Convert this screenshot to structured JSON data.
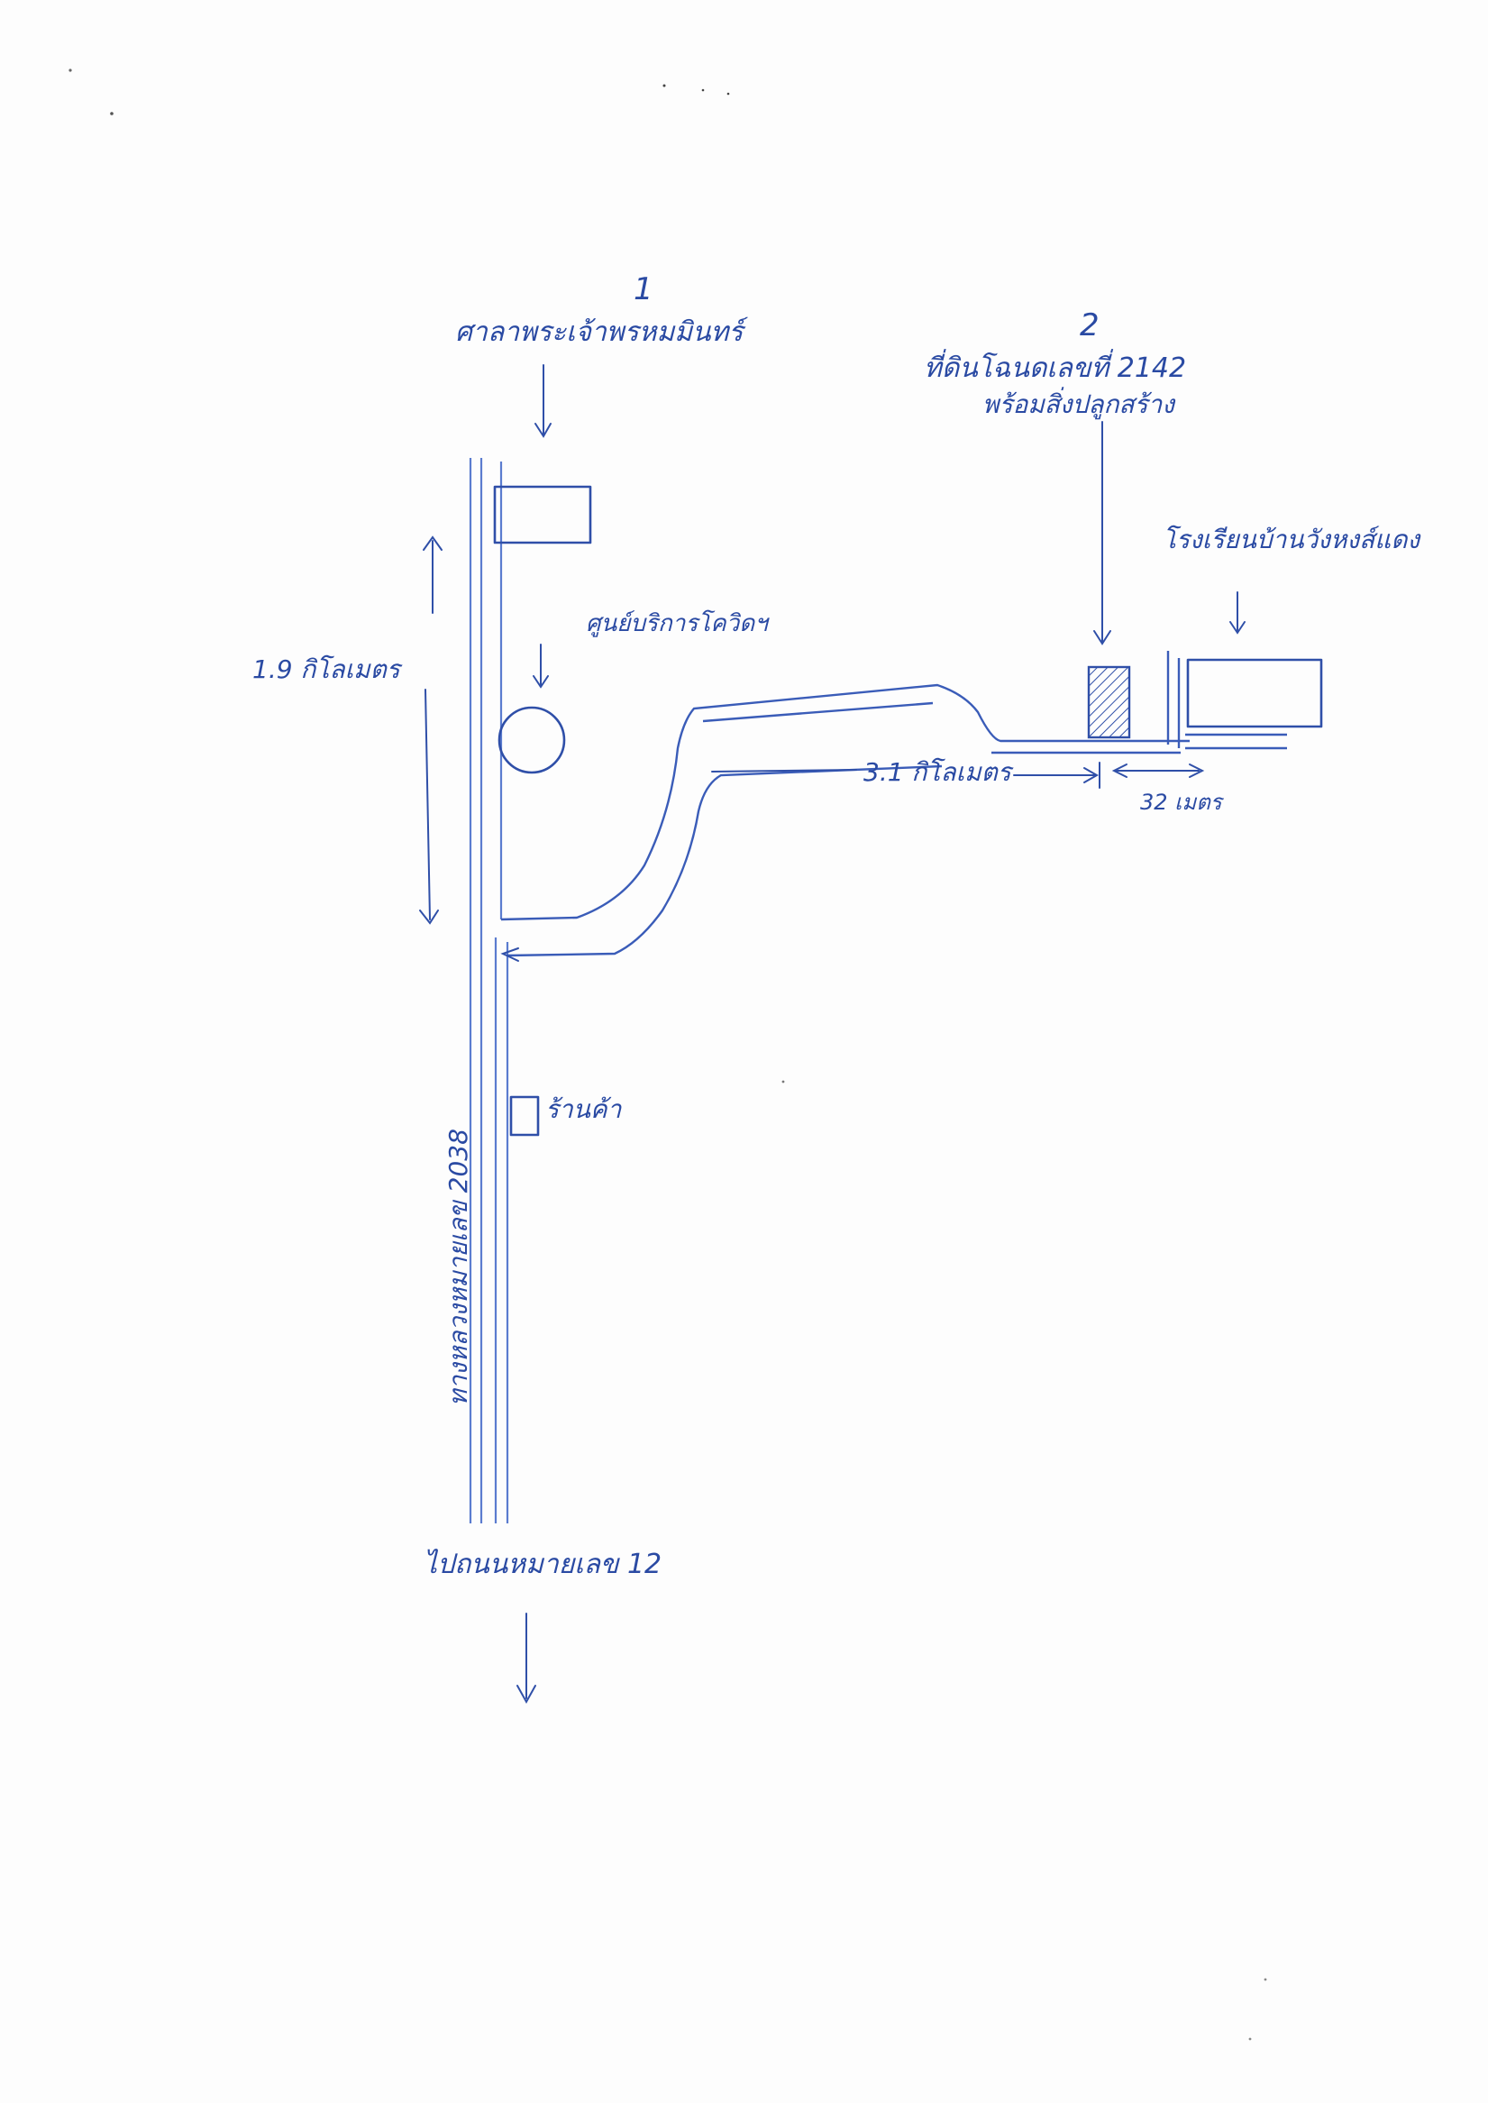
{
  "map": {
    "labels": {
      "top_left_place": "ศาลาพระเจ้าพรหมมินทร์",
      "parcel_title": "ที่ดินโฉนดเลขที่ 2142",
      "parcel_subtitle": "พร้อมสิ่งปลูกสร้าง",
      "school": "โรงเรียนบ้านวังหงส์แดง",
      "health_center": "ศูนย์บริการโควิดฯ",
      "distance_left": "1.9 กิโลเมตร",
      "distance_road": "3.1 กิโลเมตร",
      "distance_short": "32 เมตร",
      "shop": "ร้านค้า",
      "highway_label": "ทางหลวงหมายเลข 2038",
      "bottom_destination": "ไปถนนหมายเลข 12",
      "mark_1": "1",
      "mark_2": "2"
    },
    "ink_color": "#2f4fa8"
  }
}
